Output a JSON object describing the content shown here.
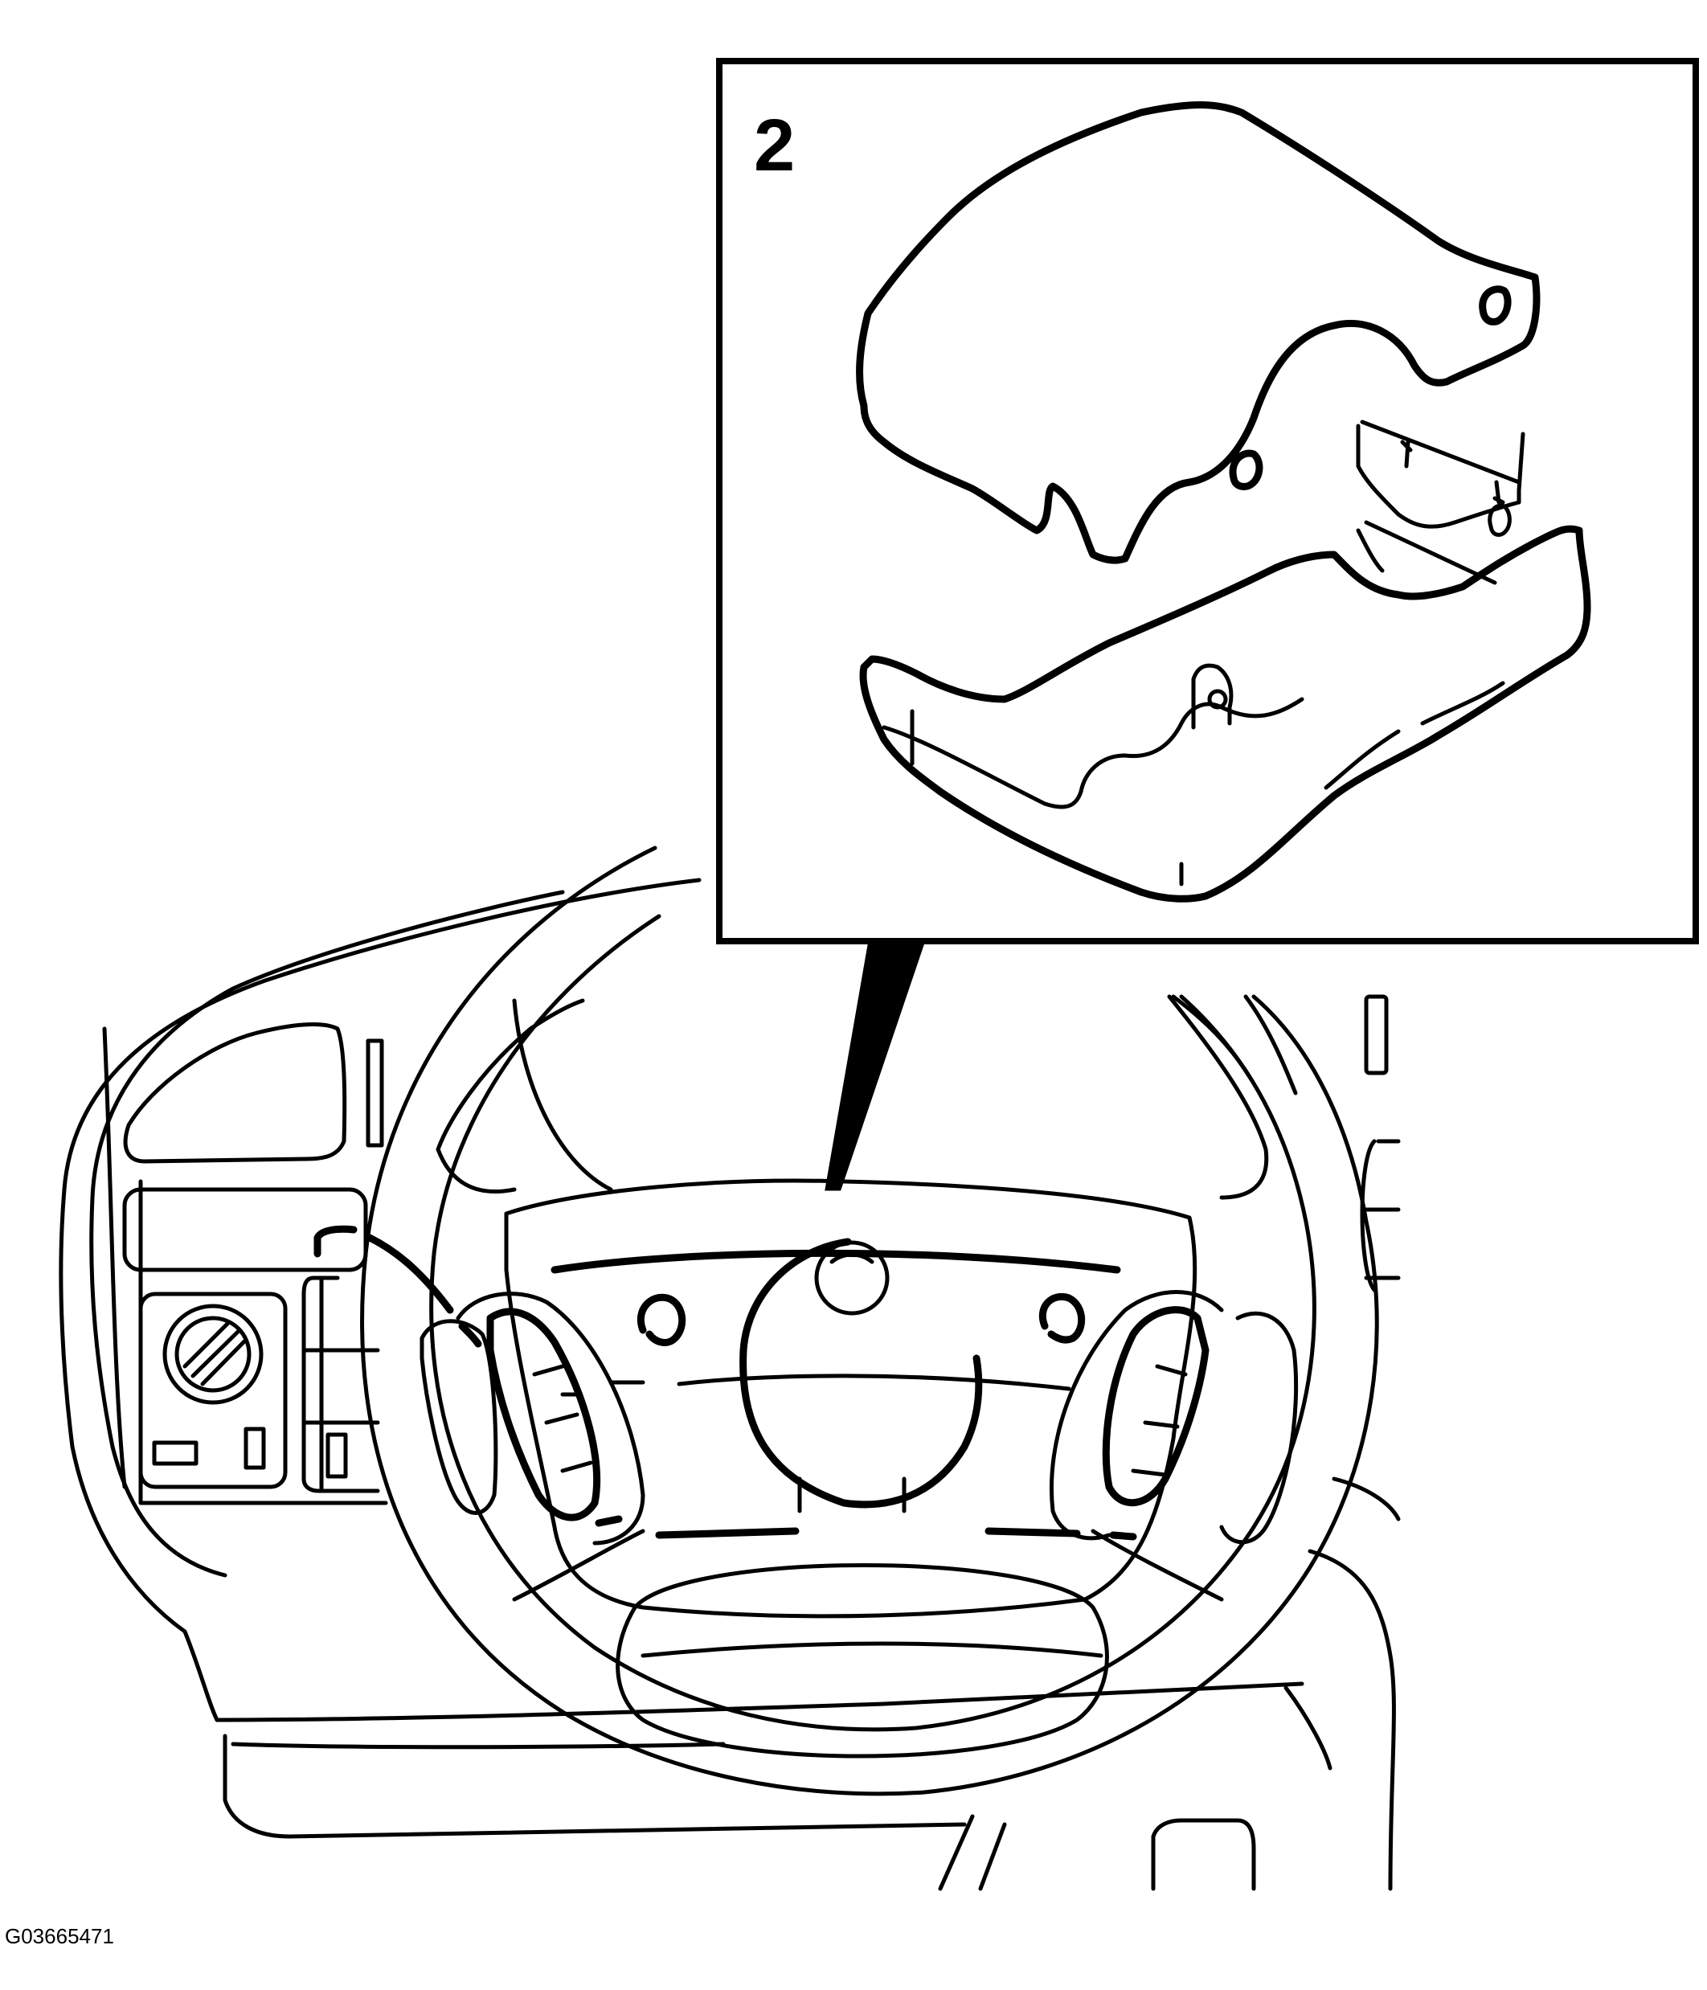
{
  "figure": {
    "callout_number": "2",
    "figure_id": "G03665471"
  },
  "components": [
    "dashboard-panel",
    "steering-wheel",
    "steering-column-cover-upper",
    "steering-column-cover-lower",
    "detail-callout-box"
  ]
}
